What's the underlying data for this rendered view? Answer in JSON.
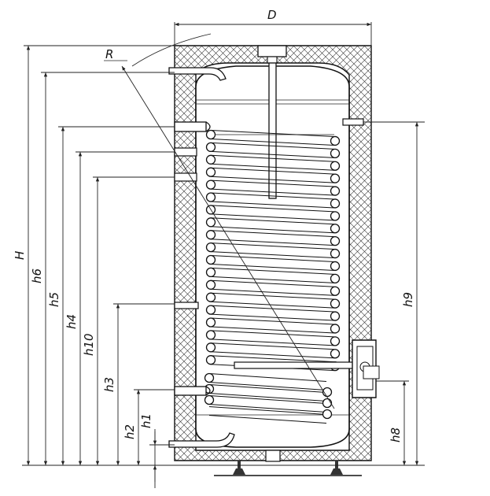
{
  "labels": {
    "D": "D",
    "R": "R",
    "H": "H",
    "h6": "h6",
    "h5": "h5",
    "h4": "h4",
    "h10": "h10",
    "h3": "h3",
    "h2": "h2",
    "h1": "h1",
    "h9": "h9",
    "h8": "h8"
  },
  "colors": {
    "line": "#111111",
    "background": "#ffffff"
  }
}
